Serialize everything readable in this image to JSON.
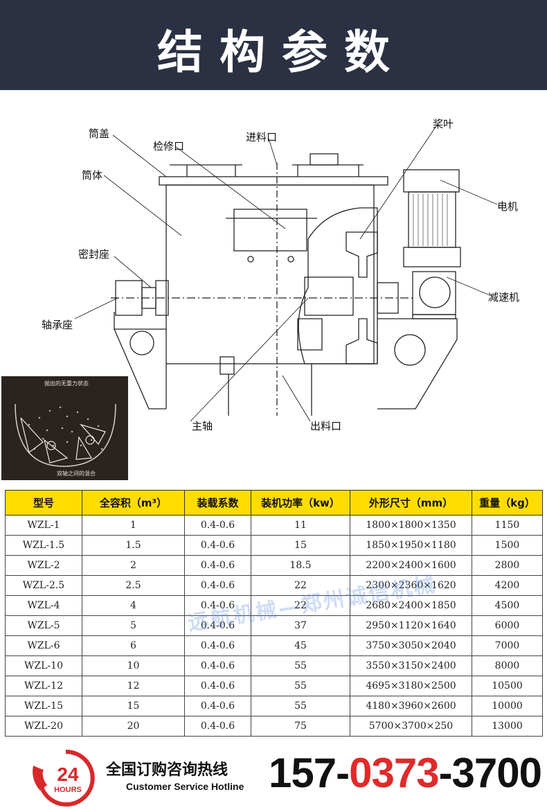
{
  "banner": {
    "title": "结构参数"
  },
  "diagram_labels": {
    "tonggai": "筒盖",
    "jianxiukou": "检修口",
    "jinliaokou": "进料口",
    "jiangye": "桨叶",
    "tongti": "筒体",
    "dianji": "电机",
    "mifengzuo": "密封座",
    "jiansuji": "减速机",
    "zhouchengzuo": "轴承座",
    "zhuzhou": "主轴",
    "chuliaokou": "出料口"
  },
  "inset": {
    "caption_top": "抛出的无重力状态",
    "caption_bottom": "双轴之间的混合"
  },
  "table": {
    "headers": [
      "型号",
      "全容积（m³）",
      "装载系数",
      "装机功率（kw）",
      "外形尺寸（mm）",
      "重量（kg）"
    ],
    "rows": [
      [
        "WZL-1",
        "1",
        "0.4-0.6",
        "11",
        "1800×1800×1350",
        "1150"
      ],
      [
        "WZL-1.5",
        "1.5",
        "0.4-0.6",
        "15",
        "1850×1950×1180",
        "1500"
      ],
      [
        "WZL-2",
        "2",
        "0.4-0.6",
        "18.5",
        "2200×2400×1600",
        "2800"
      ],
      [
        "WZL-2.5",
        "2.5",
        "0.4-0.6",
        "22",
        "2300×2360×1620",
        "4200"
      ],
      [
        "WZL-4",
        "4",
        "0.4-0.6",
        "22",
        "2680×2400×1850",
        "4500"
      ],
      [
        "WZL-5",
        "5",
        "0.4-0.6",
        "37",
        "2950×1120×1640",
        "6000"
      ],
      [
        "WZL-6",
        "6",
        "0.4-0.6",
        "45",
        "3750×3050×2040",
        "7000"
      ],
      [
        "WZL-10",
        "10",
        "0.4-0.6",
        "55",
        "3550×3150×2400",
        "8000"
      ],
      [
        "WZL-12",
        "12",
        "0.4-0.6",
        "55",
        "4695×3180×2500",
        "10500"
      ],
      [
        "WZL-15",
        "15",
        "0.4-0.6",
        "55",
        "4180×3960×2600",
        "10000"
      ],
      [
        "WZL-20",
        "20",
        "0.4-0.6",
        "75",
        "5700×3700×250",
        "13000"
      ]
    ]
  },
  "watermark": "远航机械—郑州诚信机械",
  "footer": {
    "badge_number": "24",
    "badge_text": "HOURS",
    "hotline_cn": "全国订购咨询热线",
    "hotline_en": "Customer Service Hotline",
    "phone_part1": "157-",
    "phone_part2": "0373",
    "phone_part3": "-3700"
  },
  "colors": {
    "banner": "#2b3142",
    "header_fill": "#ffdd00",
    "phone_red": "#e02a2a",
    "badge_red": "#d8282a"
  }
}
